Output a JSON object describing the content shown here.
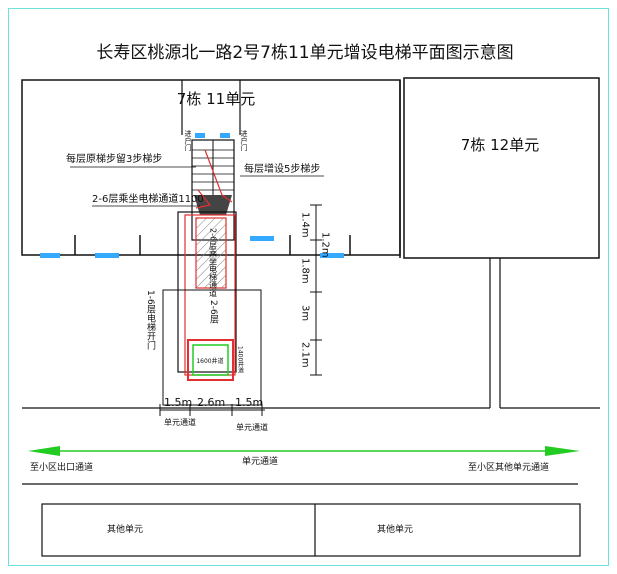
{
  "title": "长寿区桃源北一路2号7栋11单元增设电梯平面图示意图",
  "units": {
    "unit11": "7栋  11单元",
    "unit12": "7栋  12单元"
  },
  "doors": {
    "left": "进户门",
    "right": "进户门"
  },
  "notes": {
    "stairs_keep": "每层原梯步留3步梯步",
    "stairs_add": "每层增设5步梯步",
    "corridor": "2-6层乘坐电梯通道1100",
    "shaft_label": "2-6层乘坐电梯通道",
    "floors": "2-6层",
    "elevator_door": "1-6层电梯开门",
    "elevator_size": "1600井道",
    "elevator_side": "1400井道"
  },
  "dims": {
    "v1": "1.4m",
    "v2": "1.2m",
    "v3": "1.8m",
    "v4": "3m",
    "v5": "2.1m",
    "h1": "1.5m",
    "h2": "2.6m",
    "h3": "1.5m"
  },
  "passages": {
    "left": "单元通道",
    "right": "单元通道",
    "main": "单元通道"
  },
  "road": {
    "left": "至小区出口通道",
    "right": "至小区其他单元通道"
  },
  "others": {
    "left": "其他单元",
    "right": "其他单元"
  },
  "colors": {
    "frame": "#6fe0e0",
    "accent": "#e03030",
    "green": "#22cc22",
    "window": "#33aaff"
  }
}
